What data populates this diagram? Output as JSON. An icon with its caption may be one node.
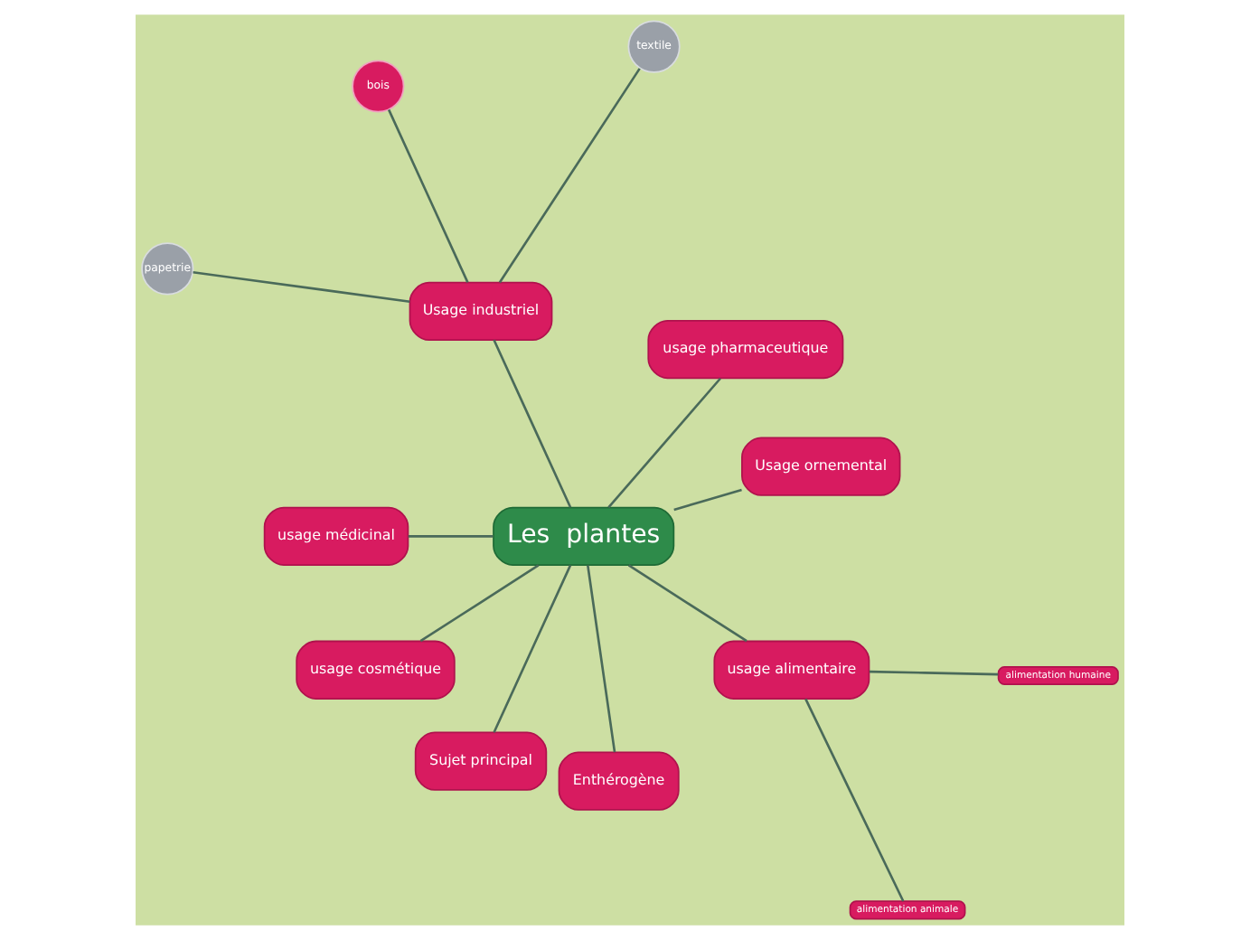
{
  "diagram": {
    "nodes": [
      {
        "text": [
          "Les  plantes"
        ]
      },
      {
        "text": [
          "Usage ornemental"
        ]
      },
      {
        "text": [
          "usage pharmaceutique"
        ]
      },
      {
        "text": [
          "Usage industriel"
        ]
      },
      {
        "text": [
          "usage médicinal"
        ]
      },
      {
        "text": [
          "usage cosmétique"
        ]
      },
      {
        "text": [
          "Sujet principal"
        ]
      },
      {
        "text": [
          "Enthérogène"
        ]
      },
      {
        "text": [
          "usage alimentaire"
        ]
      },
      {
        "text": [
          "textile"
        ]
      },
      {
        "text": [
          "bois"
        ]
      },
      {
        "text": [
          "papetrie"
        ]
      },
      {
        "text": [
          "alimentation animale"
        ]
      },
      {
        "text": [
          "alimentation humaine"
        ]
      }
    ],
    "edges": [
      {
        "from": 0,
        "to": 1,
        "arrow": "none"
      },
      {
        "from": 0,
        "to": 2,
        "arrow": "none"
      },
      {
        "from": 0,
        "to": 3,
        "arrow": "none"
      },
      {
        "from": 0,
        "to": 4,
        "arrow": "none"
      },
      {
        "from": 0,
        "to": 5,
        "arrow": "none"
      },
      {
        "from": 0,
        "to": 6,
        "arrow": "none"
      },
      {
        "from": 0,
        "to": 7,
        "arrow": "none"
      },
      {
        "from": 0,
        "to": 8,
        "arrow": "none"
      },
      {
        "from": 3,
        "to": 9,
        "arrow": "none"
      },
      {
        "from": 3,
        "to": 10,
        "arrow": "none"
      },
      {
        "from": 3,
        "to": 11,
        "arrow": "none"
      },
      {
        "from": 8,
        "to": 12,
        "arrow": "none"
      },
      {
        "from": 8,
        "to": 13,
        "arrow": "none"
      }
    ]
  }
}
